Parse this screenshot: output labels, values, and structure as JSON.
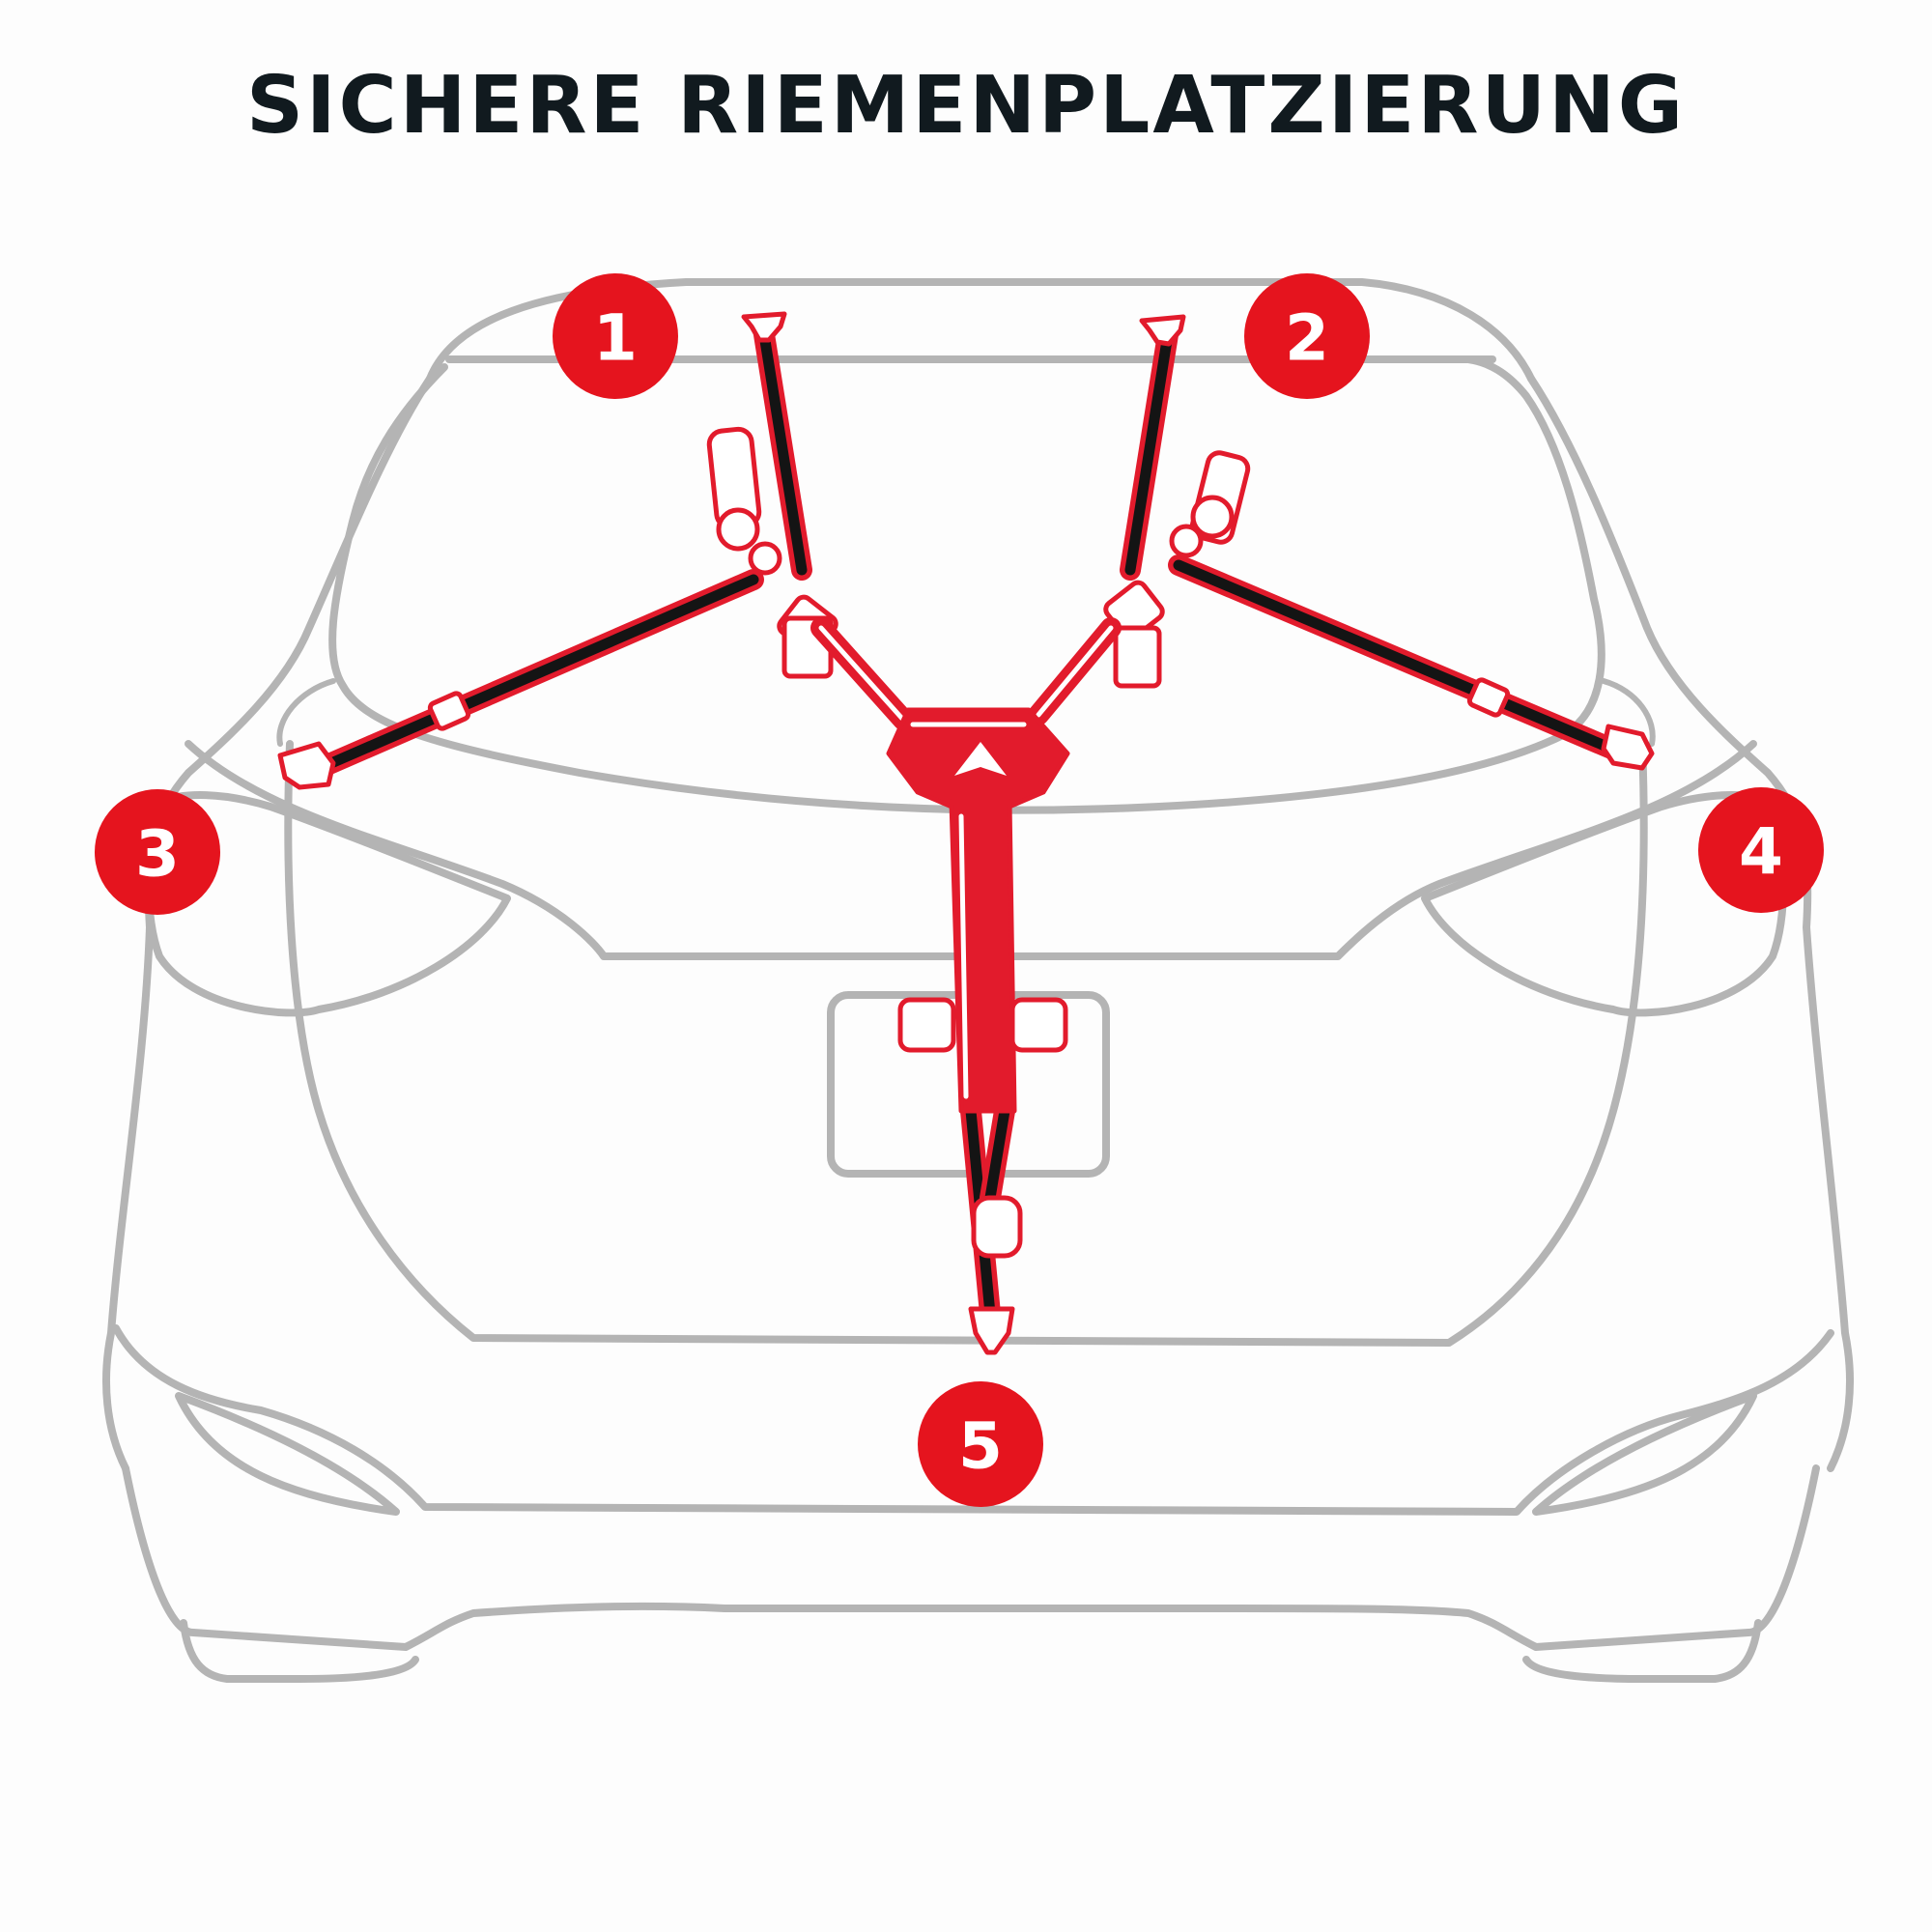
{
  "title": "SICHERE RIEMENPLATZIERUNG",
  "colors": {
    "accent": "#e5141e",
    "strap_outline": "#e21b2c",
    "strap_core": "#141414",
    "car_outline": "#b4b4b4",
    "title": "#111a1f"
  },
  "markers": [
    {
      "id": "1",
      "label": "1"
    },
    {
      "id": "2",
      "label": "2"
    },
    {
      "id": "3",
      "label": "3"
    },
    {
      "id": "4",
      "label": "4"
    },
    {
      "id": "5",
      "label": "5"
    }
  ],
  "logo_icon": "triangle-arrow-logo-icon"
}
